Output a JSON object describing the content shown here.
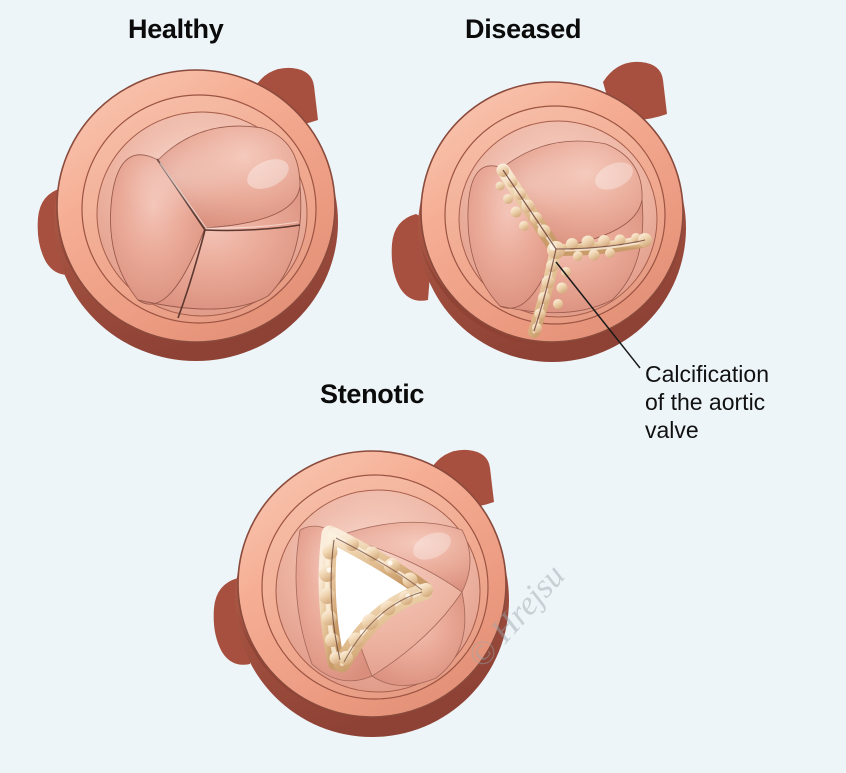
{
  "figure": {
    "title_panels": [
      {
        "id": "healthy",
        "label": "Healthy"
      },
      {
        "id": "diseased",
        "label": "Diseased"
      },
      {
        "id": "stenotic",
        "label": "Stenotic"
      }
    ],
    "annotation": {
      "text": "Calcification of the aortic valve",
      "line1": "Calcification",
      "line2": "of the aortic",
      "line3": "valve"
    },
    "watermark": "© Hrejsu",
    "background_color": "#eef5f9",
    "colors": {
      "background": "#eef5f9",
      "outer_wall_dark": "#9c4b3d",
      "outer_wall_mid": "#b05d4c",
      "annulus_rim": "#f4ab90",
      "annulus_rim_light": "#f7c0aa",
      "cusp_base": "#e9a694",
      "cusp_light": "#f0bcae",
      "cusp_shadow": "#d98d7c",
      "commissure_line": "#6b4038",
      "calcification": "#e7c59c",
      "calcification_light": "#f6e3c6",
      "calcification_shadow": "#c99b6c",
      "orifice": "#ffffff",
      "label_text": "#0b0b0b",
      "leader_line": "#1a1a1a"
    },
    "anatomy": {
      "view": "aortic valve viewed from above (en face)",
      "healthy": "three thin pliable cusps closed in Y-shaped commissure pattern",
      "diseased": "nodular calcium deposits along all three commissures, cusps still closing",
      "stenotic": "thickened rigid calcified leaflets leaving a narrow triangular orifice"
    }
  }
}
